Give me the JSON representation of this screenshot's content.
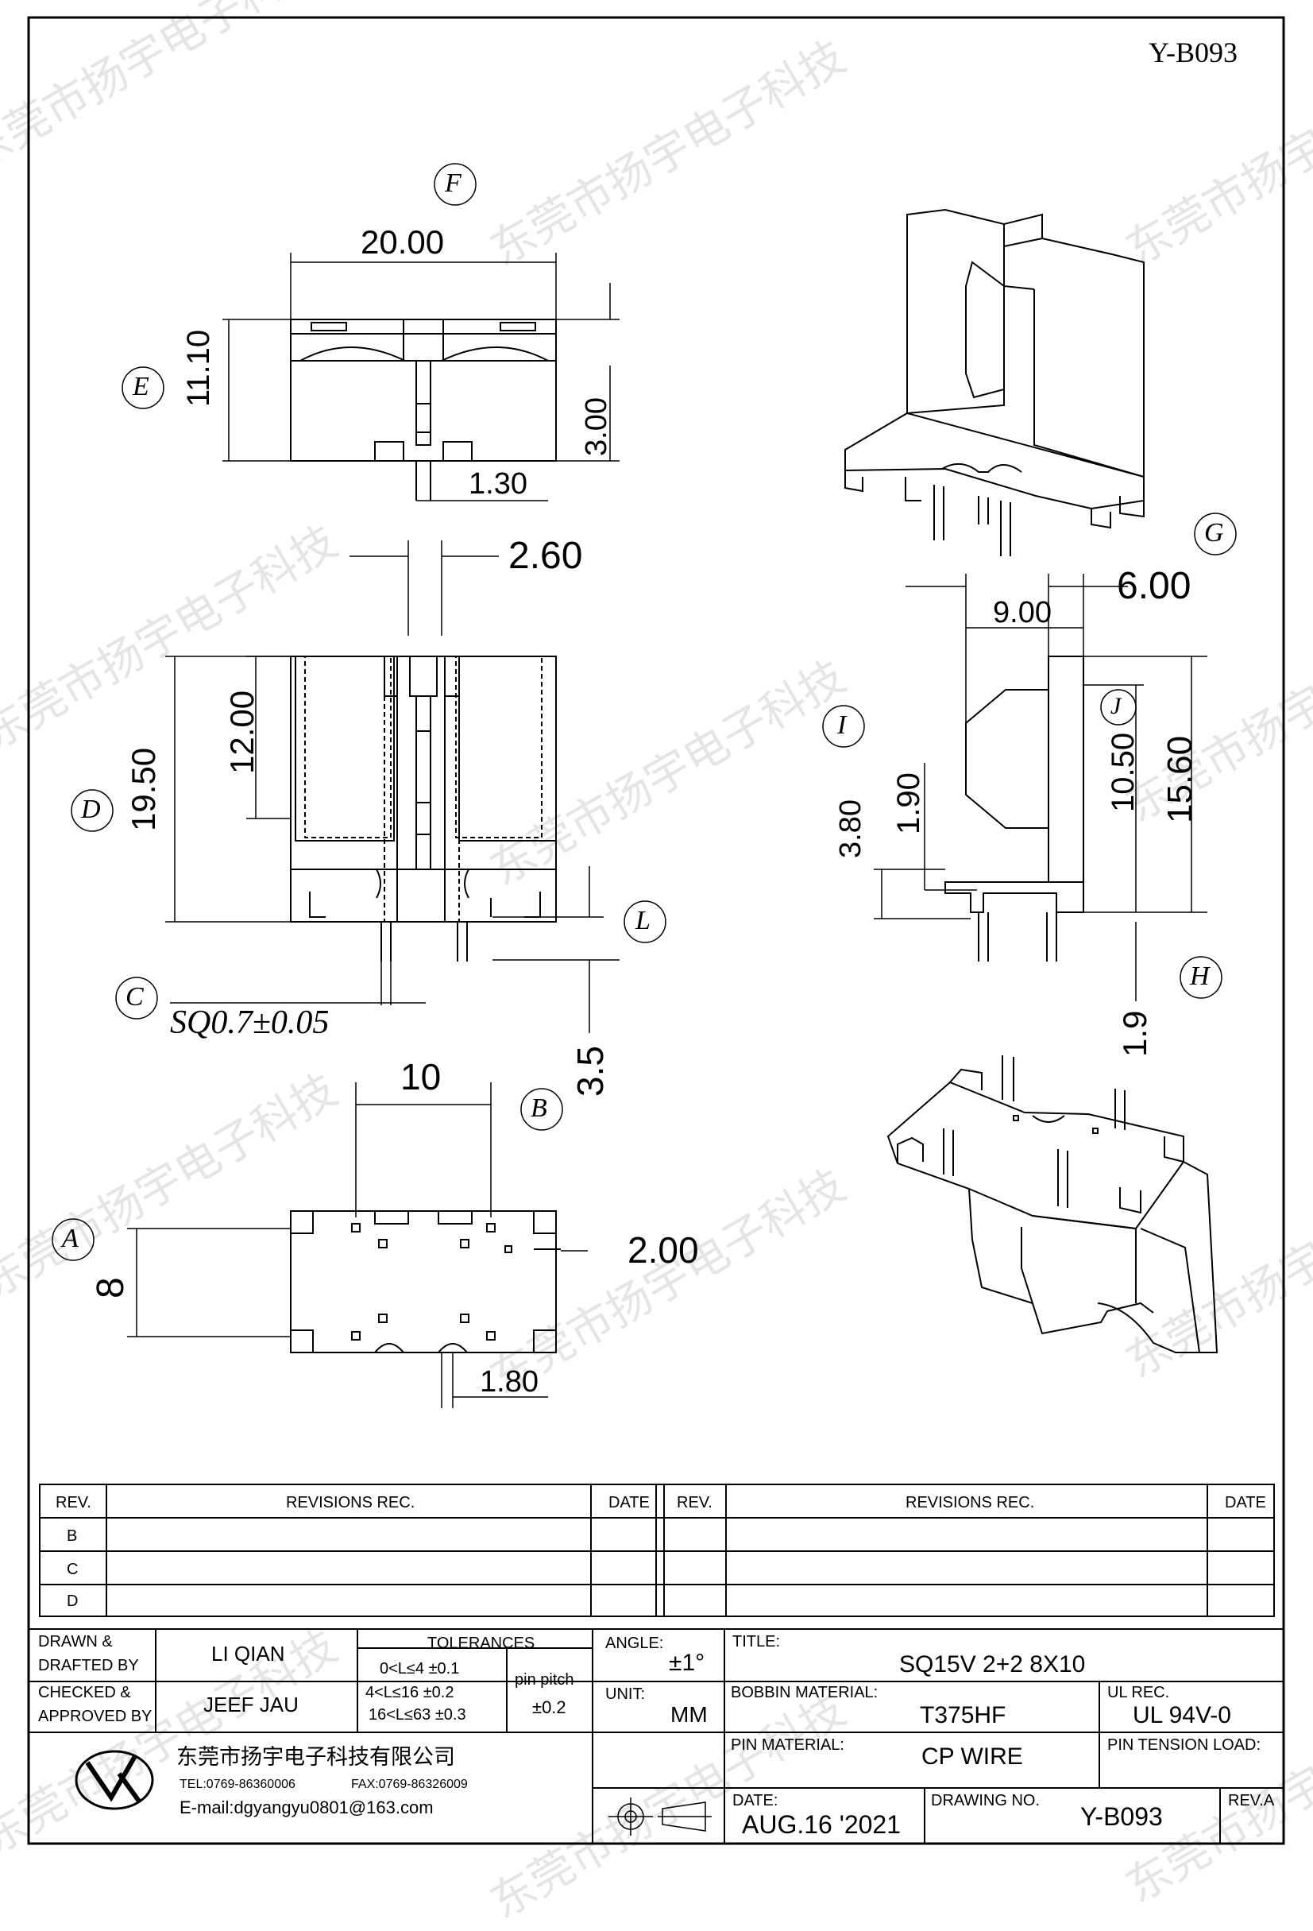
{
  "drawing_code_top": "Y-B093",
  "watermark_text": "东莞市扬宇电子科技",
  "labels": {
    "A": "A",
    "B": "B",
    "C": "C",
    "D": "D",
    "E": "E",
    "F": "F",
    "G": "G",
    "H": "H",
    "I": "I",
    "J": "J",
    "L": "L"
  },
  "dimensions": {
    "width_20": "20.00",
    "height_11_10": "11.10",
    "height_3_00": "3.00",
    "slot_1_30": "1.30",
    "gap_2_60": "2.60",
    "height_19_50": "19.50",
    "height_12_00": "12.00",
    "pin_sq": "SQ0.7±0.05",
    "pin_len_3_5": "3.5",
    "pitch_10": "10",
    "row_8": "8",
    "dim_2_00": "2.00",
    "dim_1_80": "1.80",
    "dim_6_00": "6.00",
    "dim_9_00": "9.00",
    "dim_10_50": "10.50",
    "dim_15_60": "15.60",
    "dim_1_90": "1.90",
    "dim_3_80": "3.80",
    "dim_1_9": "1.9"
  },
  "revisions": {
    "header": {
      "rev": "REV.",
      "rec": "REVISIONS   REC.",
      "date": "DATE"
    },
    "rows": [
      "B",
      "C",
      "D"
    ]
  },
  "title_block": {
    "drawn_label_1": "DRAWN &",
    "drawn_label_2": "DRAFTED BY",
    "drawn_value": "LI QIAN",
    "checked_label_1": "CHECKED &",
    "checked_label_2": "APPROVED BY",
    "checked_value": "JEEF JAU",
    "tolerances_title": "TOLERANCES",
    "tol_1": "0<L≤4    ±0.1",
    "tol_2": "4<L≤16   ±0.2",
    "tol_3": "16<L≤63  ±0.3",
    "pin_pitch_label": "pin  pitch",
    "pin_pitch_value": "±0.2",
    "angle_label": "ANGLE:",
    "angle_value": "±1°",
    "unit_label": "UNIT:",
    "unit_value": "MM",
    "title_label": "TITLE:",
    "title_value": "SQ15V  2+2  8X10",
    "bobbin_label": "BOBBIN  MATERIAL:",
    "bobbin_value": "T375HF",
    "ul_label": "UL  REC.",
    "ul_value": "UL  94V-0",
    "pin_material_label": "PIN  MATERIAL:",
    "pin_material_value": "CP  WIRE",
    "pin_tension_label": "PIN  TENSION  LOAD:",
    "company_name": "东莞市扬宇电子科技有限公司",
    "tel": "TEL:0769-86360006",
    "fax": "FAX:0769-86326009",
    "email": "E-mail:dgyangyu0801@163.com",
    "date_label": "DATE:",
    "date_value": "AUG.16  '2021",
    "drawing_no_label": "DRAWING  NO.",
    "drawing_no_value": "Y-B093",
    "rev_label": "REV.A"
  }
}
